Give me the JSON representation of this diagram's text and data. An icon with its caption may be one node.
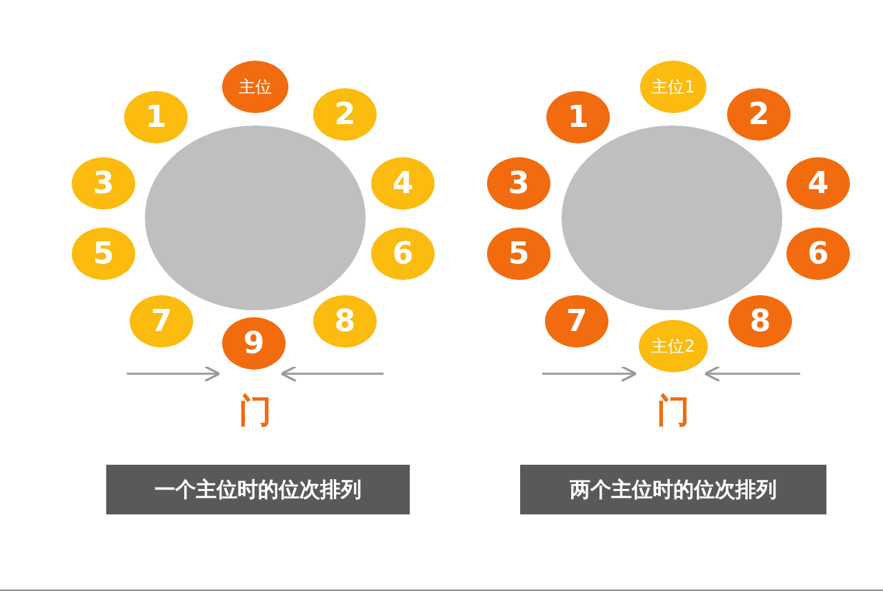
{
  "diagram": {
    "nodes": [
      {
        "text": [],
        "shape": "circle"
      },
      {
        "text": [
          "主位"
        ]
      },
      {
        "text": [
          "1"
        ]
      },
      {
        "text": [
          "2"
        ]
      },
      {
        "text": [
          "3"
        ]
      },
      {
        "text": [
          "4"
        ]
      },
      {
        "text": [
          "5"
        ]
      },
      {
        "text": [
          "6"
        ]
      },
      {
        "text": [
          "7"
        ]
      },
      {
        "text": [
          "8"
        ]
      },
      {
        "text": [
          "9"
        ]
      },
      {
        "text": [],
        "shape": "circle"
      },
      {
        "text": [
          "主位1"
        ]
      },
      {
        "text": [
          "1"
        ]
      },
      {
        "text": [
          "2"
        ]
      },
      {
        "text": [
          "3"
        ]
      },
      {
        "text": [
          "4"
        ]
      },
      {
        "text": [
          "5"
        ]
      },
      {
        "text": [
          "6"
        ]
      },
      {
        "text": [
          "7"
        ]
      },
      {
        "text": [
          "8"
        ]
      },
      {
        "text": [
          "主位2"
        ]
      },
      {
        "text": [
          "一个主位时的位次排列"
        ]
      },
      {
        "text": [
          "两个主位时的位次排列"
        ]
      }
    ],
    "edges": [],
    "labels": [
      "门",
      "门"
    ]
  }
}
